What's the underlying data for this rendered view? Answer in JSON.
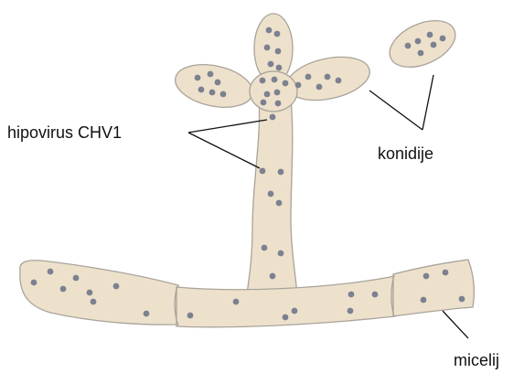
{
  "labels": {
    "virus": "hipovirus CHV1",
    "conidia": "konidije",
    "mycelium": "micelij"
  },
  "colors": {
    "cell_fill": "#ede1cc",
    "cell_outline": "#a9a39a",
    "virus_particle": "#7c8190",
    "text": "#111111"
  }
}
